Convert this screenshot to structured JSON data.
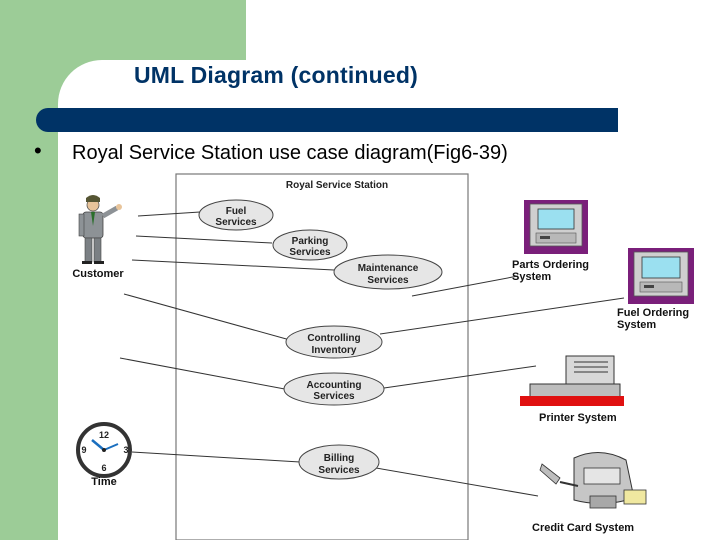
{
  "slide": {
    "title": "UML  Diagram (continued)",
    "bullet": "•",
    "subtitle": "Royal Service Station use case diagram(Fig6-39)"
  },
  "diagram": {
    "system_boundary": "Royal Service Station",
    "use_cases": [
      {
        "id": "fuel",
        "line1": "Fuel",
        "line2": "Services"
      },
      {
        "id": "parking",
        "line1": "Parking",
        "line2": "Services"
      },
      {
        "id": "maintenance",
        "line1": "Maintenance",
        "line2": "Services"
      },
      {
        "id": "inventory",
        "line1": "Controlling",
        "line2": "Inventory"
      },
      {
        "id": "accounting",
        "line1": "Accounting",
        "line2": "Services"
      },
      {
        "id": "billing",
        "line1": "Billing",
        "line2": "Services"
      }
    ],
    "actors": {
      "customer": "Customer",
      "time": "Time",
      "parts_line1": "Parts Ordering",
      "parts_line2": "System",
      "fuel_order_line1": "Fuel Ordering",
      "fuel_order_line2": "System",
      "printer": "Printer System",
      "credit": "Credit Card System"
    },
    "clock_numbers": {
      "twelve": "12",
      "three": "3",
      "six": "6",
      "nine": "9"
    }
  }
}
